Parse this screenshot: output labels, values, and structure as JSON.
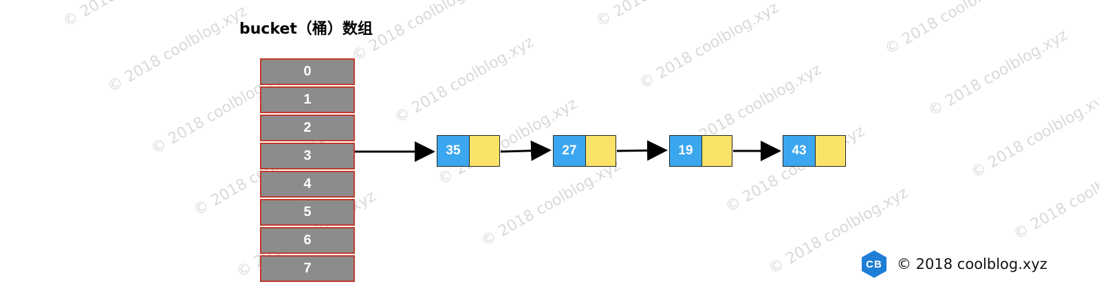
{
  "title": "bucket（桶）数组",
  "buckets": [
    "0",
    "1",
    "2",
    "3",
    "4",
    "5",
    "6",
    "7"
  ],
  "chain_source_bucket": "3",
  "chain_nodes": [
    "35",
    "27",
    "19",
    "43"
  ],
  "watermark_text": "© 2018 coolblog.xyz",
  "brand": {
    "logo_text": "CB",
    "text": "© 2018 coolblog.xyz"
  },
  "colors": {
    "bucket_fill": "#8c8c8c",
    "bucket_border": "#c0392b",
    "node_key_fill": "#3aa7f0",
    "node_next_fill": "#fbe36a",
    "logo_fill": "#1f7ed6"
  }
}
